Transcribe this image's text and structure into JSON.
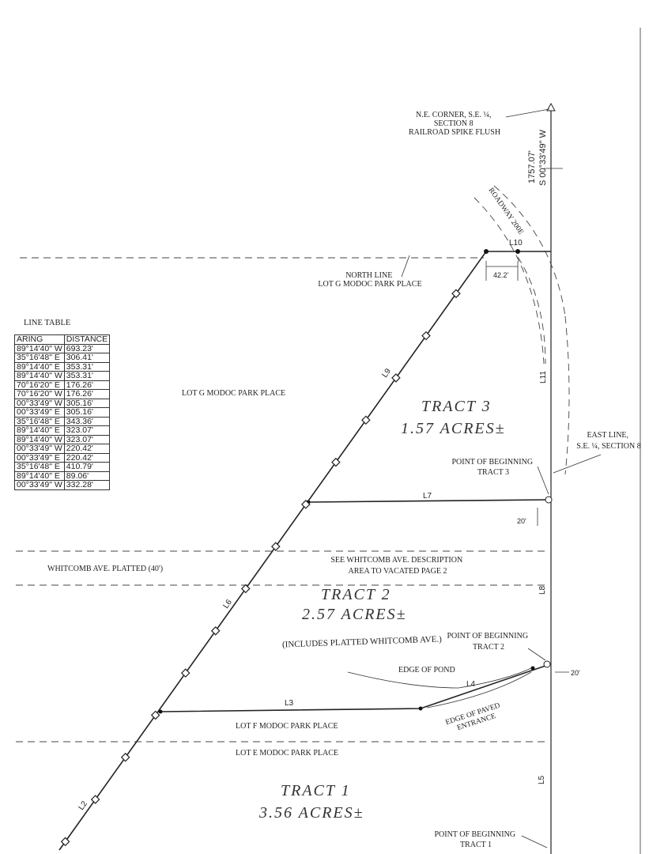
{
  "line_table": {
    "title": "LINE TABLE",
    "headers": [
      "ARING",
      "DISTANCE"
    ],
    "rows": [
      [
        "89°14'40\"  W",
        "693.23'"
      ],
      [
        "35°16'48\"  E",
        "306.41'"
      ],
      [
        "89°14'40\"  E",
        "353.31'"
      ],
      [
        "89°14'40\"  W",
        "353.31'"
      ],
      [
        "70°16'20\"  E",
        "176.26'"
      ],
      [
        "70°16'20\"  W",
        "176.26'"
      ],
      [
        "00°33'49\"  W",
        "305.16'"
      ],
      [
        "00°33'49\"  E",
        "305.16'"
      ],
      [
        "35°16'48\"  E",
        "343.36'"
      ],
      [
        "89°14'40\"  E",
        "323.07'"
      ],
      [
        "89°14'40\"  W",
        "323.07'"
      ],
      [
        "00°33'49\"  W",
        "220.42'"
      ],
      [
        "00°33'49\"  E",
        "220.42'"
      ],
      [
        "35°16'48\"  E",
        "410.79'"
      ],
      [
        "89°14'40\"  E",
        "89.06'"
      ],
      [
        "00°33'49\"  W",
        "332.28'"
      ]
    ]
  },
  "labels": {
    "ne_corner": [
      "N.E. CORNER, S.E. ¼,",
      "SECTION 8",
      "RAILROAD SPIKE FLUSH"
    ],
    "east_dist": "1757.07'",
    "east_bearing": "S 00°33'49\" W",
    "roadway": "ROADWAY 200E",
    "north_line": [
      "NORTH LINE",
      "LOT G MODOC PARK PLACE"
    ],
    "dim_42": "42.2'",
    "lot_g": "LOT G MODOC PARK PLACE",
    "east_line": [
      "EAST LINE,",
      "S.E. ¼, SECTION 8"
    ],
    "pob3": [
      "POINT OF BEGINNING",
      "TRACT 3"
    ],
    "dim_20a": "20'",
    "whitcomb": "WHITCOMB AVE. PLATTED (40')",
    "see_whitcomb": [
      "SEE WHITCOMB AVE. DESCRIPTION",
      "AREA TO VACATED PAGE 2"
    ],
    "includes": "(INCLUDES PLATTED WHITCOMB AVE.)",
    "pob2": [
      "POINT OF BEGINNING",
      "TRACT 2"
    ],
    "edge_pond": "EDGE OF POND",
    "dim_20b": "20'",
    "edge_paved": [
      "EDGE OF PAVED",
      "ENTRANCE"
    ],
    "lot_f": "LOT F MODOC PARK PLACE",
    "lot_e": "LOT E MODOC PARK PLACE",
    "pob1": [
      "POINT OF BEGINNING",
      "TRACT 1"
    ]
  },
  "tracts": [
    {
      "name": "TRACT 3",
      "area": "1.57 ACRES±"
    },
    {
      "name": "TRACT 2",
      "area": "2.57 ACRES±"
    },
    {
      "name": "TRACT 1",
      "area": "3.56 ACRES±"
    }
  ],
  "line_labels": {
    "l2": "L2",
    "l3": "L3",
    "l4": "L4",
    "l5": "L5",
    "l6": "L6",
    "l7": "L7",
    "l8": "L8",
    "l9": "L9",
    "l10": "L10",
    "l11": "L11"
  }
}
